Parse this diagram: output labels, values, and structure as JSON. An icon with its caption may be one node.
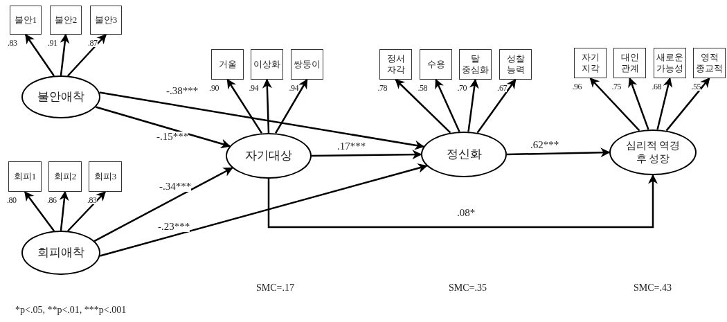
{
  "diagram": {
    "nodes": [
      {
        "text": [
          "불안애착"
        ]
      },
      {
        "text": [
          "불안1"
        ]
      },
      {
        "text": [
          "불안2"
        ]
      },
      {
        "text": [
          "불안3"
        ]
      },
      {
        "text": [
          "회피애착"
        ]
      },
      {
        "text": [
          "회피1"
        ]
      },
      {
        "text": [
          "회피2"
        ]
      },
      {
        "text": [
          "회피3"
        ]
      },
      {
        "text": [
          "자기대상"
        ]
      },
      {
        "text": [
          "거울"
        ]
      },
      {
        "text": [
          "이상화"
        ]
      },
      {
        "text": [
          "쌍둥이"
        ]
      },
      {
        "text": [
          "정신화"
        ]
      },
      {
        "text": [
          "정서 자각"
        ]
      },
      {
        "text": [
          "수용"
        ]
      },
      {
        "text": [
          "탈 중심화"
        ]
      },
      {
        "text": [
          "성찰 능력"
        ]
      },
      {
        "text": [
          "심리적 역경 후 성장"
        ]
      },
      {
        "text": [
          "자기 지각"
        ]
      },
      {
        "text": [
          "대인 관계"
        ]
      },
      {
        "text": [
          "새로운 가능성"
        ]
      },
      {
        "text": [
          "영적 종교적"
        ]
      }
    ],
    "edges": [
      {
        "from": 0,
        "to": 1,
        "arrow": "to",
        "label": ".83"
      },
      {
        "from": 0,
        "to": 2,
        "arrow": "to",
        "label": ".91"
      },
      {
        "from": 0,
        "to": 3,
        "arrow": "to",
        "label": ".87"
      },
      {
        "from": 4,
        "to": 5,
        "arrow": "to",
        "label": ".80"
      },
      {
        "from": 4,
        "to": 6,
        "arrow": "to",
        "label": ".86"
      },
      {
        "from": 4,
        "to": 7,
        "arrow": "to",
        "label": ".83"
      },
      {
        "from": 8,
        "to": 9,
        "arrow": "to",
        "label": ".90"
      },
      {
        "from": 8,
        "to": 10,
        "arrow": "to",
        "label": ".94"
      },
      {
        "from": 8,
        "to": 11,
        "arrow": "to",
        "label": ".94"
      },
      {
        "from": 12,
        "to": 13,
        "arrow": "to",
        "label": ".78"
      },
      {
        "from": 12,
        "to": 14,
        "arrow": "to",
        "label": ".58"
      },
      {
        "from": 12,
        "to": 15,
        "arrow": "to",
        "label": ".70"
      },
      {
        "from": 12,
        "to": 16,
        "arrow": "to",
        "label": ".67"
      },
      {
        "from": 17,
        "to": 18,
        "arrow": "to",
        "label": ".96"
      },
      {
        "from": 17,
        "to": 19,
        "arrow": "to",
        "label": ".75"
      },
      {
        "from": 17,
        "to": 20,
        "arrow": "to",
        "label": ".68"
      },
      {
        "from": 17,
        "to": 21,
        "arrow": "to",
        "label": ".55"
      },
      {
        "from": 0,
        "to": 12,
        "arrow": "to",
        "label": "-.38***"
      },
      {
        "from": 0,
        "to": 8,
        "arrow": "to",
        "label": "-.15***"
      },
      {
        "from": 4,
        "to": 8,
        "arrow": "to",
        "label": "-.34***"
      },
      {
        "from": 4,
        "to": 12,
        "arrow": "to",
        "label": "-.23***"
      },
      {
        "from": 8,
        "to": 12,
        "arrow": "to",
        "label": ".17***"
      },
      {
        "from": 12,
        "to": 17,
        "arrow": "to",
        "label": ".62***"
      },
      {
        "from": 8,
        "to": 17,
        "arrow": "to",
        "label": ".08*"
      }
    ],
    "labels": [
      "SMC=.17",
      "SMC=.35",
      "SMC=.43",
      "*p<.05, **p<.01, ***p<.001"
    ]
  }
}
